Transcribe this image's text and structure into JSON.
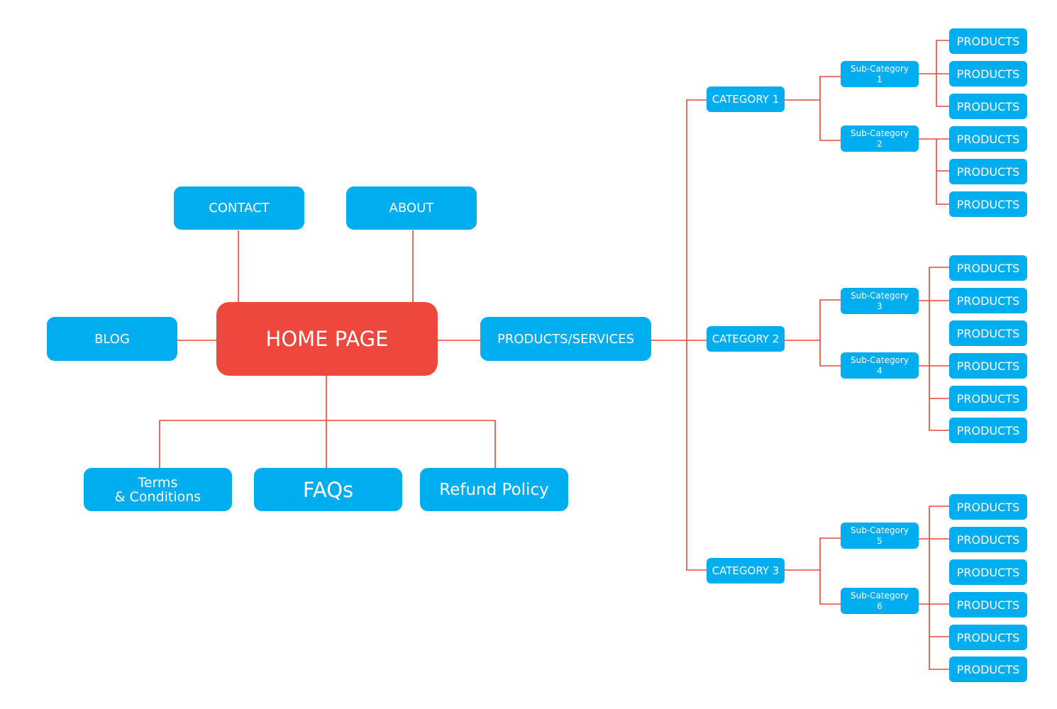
{
  "diagram": {
    "home": "HOME PAGE",
    "contact": "CONTACT",
    "about": "ABOUT",
    "blog": "BLOG",
    "products_services": "PRODUCTS/SERVICES",
    "terms": "Terms\n& Conditions",
    "faqs": "FAQs",
    "refund": "Refund Policy",
    "categories": [
      "CATEGORY 1",
      "CATEGORY 2",
      "CATEGORY 3"
    ],
    "subcategories": [
      "Sub-Category\n1",
      "Sub-Category\n2",
      "Sub-Category\n3",
      "Sub-Category\n4",
      "Sub-Category\n5",
      "Sub-Category\n6"
    ],
    "products": [
      "PRODUCTS",
      "PRODUCTS",
      "PRODUCTS",
      "PRODUCTS",
      "PRODUCTS",
      "PRODUCTS",
      "PRODUCTS",
      "PRODUCTS",
      "PRODUCTS",
      "PRODUCTS",
      "PRODUCTS",
      "PRODUCTS",
      "PRODUCTS",
      "PRODUCTS",
      "PRODUCTS",
      "PRODUCTS",
      "PRODUCTS",
      "PRODUCTS"
    ],
    "colors": {
      "node": "#00aeef",
      "home": "#ee473d",
      "connector": "#e8473d"
    }
  }
}
